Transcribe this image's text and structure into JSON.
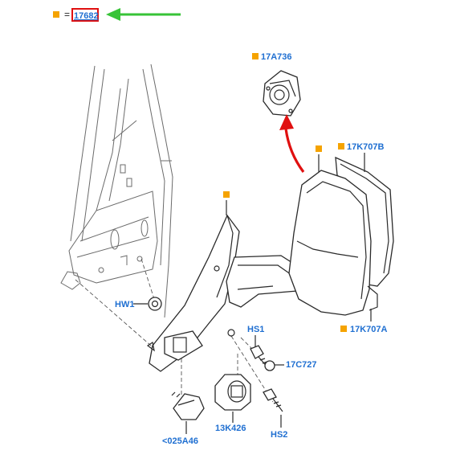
{
  "legend": {
    "marker_color": "#f5a300",
    "equals": "=",
    "highlight_label": "17682",
    "highlight_box_color": "#e01010",
    "arrow_color": "#37c337"
  },
  "callouts": {
    "p17A736": "17A736",
    "p17K707B": "17K707B",
    "p17K707A": "17K707A",
    "pHW1": "HW1",
    "pHS1": "HS1",
    "p17C727": "17C727",
    "p13K426": "13K426",
    "pHS2": "HS2",
    "p025A46": "<025A46"
  },
  "colors": {
    "callout_text": "#1f6fd1",
    "pointer_arrow": "#e01010"
  }
}
